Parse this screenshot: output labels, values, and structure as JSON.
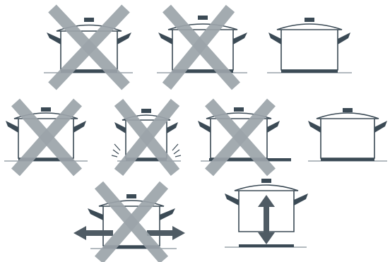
{
  "diagrams": [
    {
      "name": "pot-smaller-than-zone",
      "verdict": "incorrect",
      "icon": "cross-icon"
    },
    {
      "name": "pot-concave-base",
      "verdict": "incorrect",
      "icon": "cross-icon"
    },
    {
      "name": "pot-correct-fit",
      "verdict": "correct"
    },
    {
      "name": "pot-narrow-on-zone",
      "verdict": "incorrect",
      "icon": "cross-icon"
    },
    {
      "name": "pot-warped-base",
      "verdict": "incorrect",
      "icon": "cross-icon"
    },
    {
      "name": "pot-offset-zone",
      "verdict": "incorrect",
      "icon": "cross-icon"
    },
    {
      "name": "pot-correct-fit-2",
      "verdict": "correct"
    },
    {
      "name": "pot-moved-sideways",
      "verdict": "incorrect",
      "icon": "cross-icon"
    },
    {
      "name": "pot-lift-vertically",
      "verdict": "correct",
      "icon": "double-arrow-vertical-icon"
    }
  ],
  "colors": {
    "pot_stroke": "#3b4a55",
    "cross": "#9ca4aa",
    "hob_line": "#9aa3aa",
    "arrow": "#4f5b64"
  }
}
